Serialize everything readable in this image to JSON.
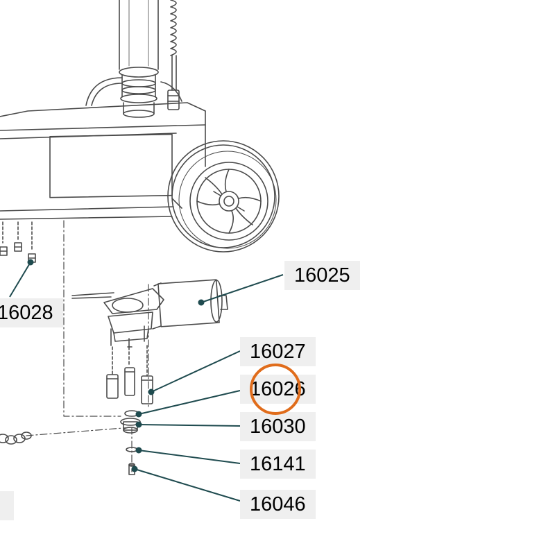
{
  "diagram": {
    "part_labels": [
      {
        "id": "16025",
        "text": "16025"
      },
      {
        "id": "16028",
        "text": "16028"
      },
      {
        "id": "16027",
        "text": "16027"
      },
      {
        "id": "16026",
        "text": "16026"
      },
      {
        "id": "16030",
        "text": "16030"
      },
      {
        "id": "16141",
        "text": "16141"
      },
      {
        "id": "16046",
        "text": "16046"
      }
    ],
    "highlighted_part": "16026",
    "colors": {
      "leader_line": "#1f4b4f",
      "highlight_ring": "#e06c1b",
      "label_background": "#efefef",
      "line_art": "#4a4a4a"
    }
  }
}
